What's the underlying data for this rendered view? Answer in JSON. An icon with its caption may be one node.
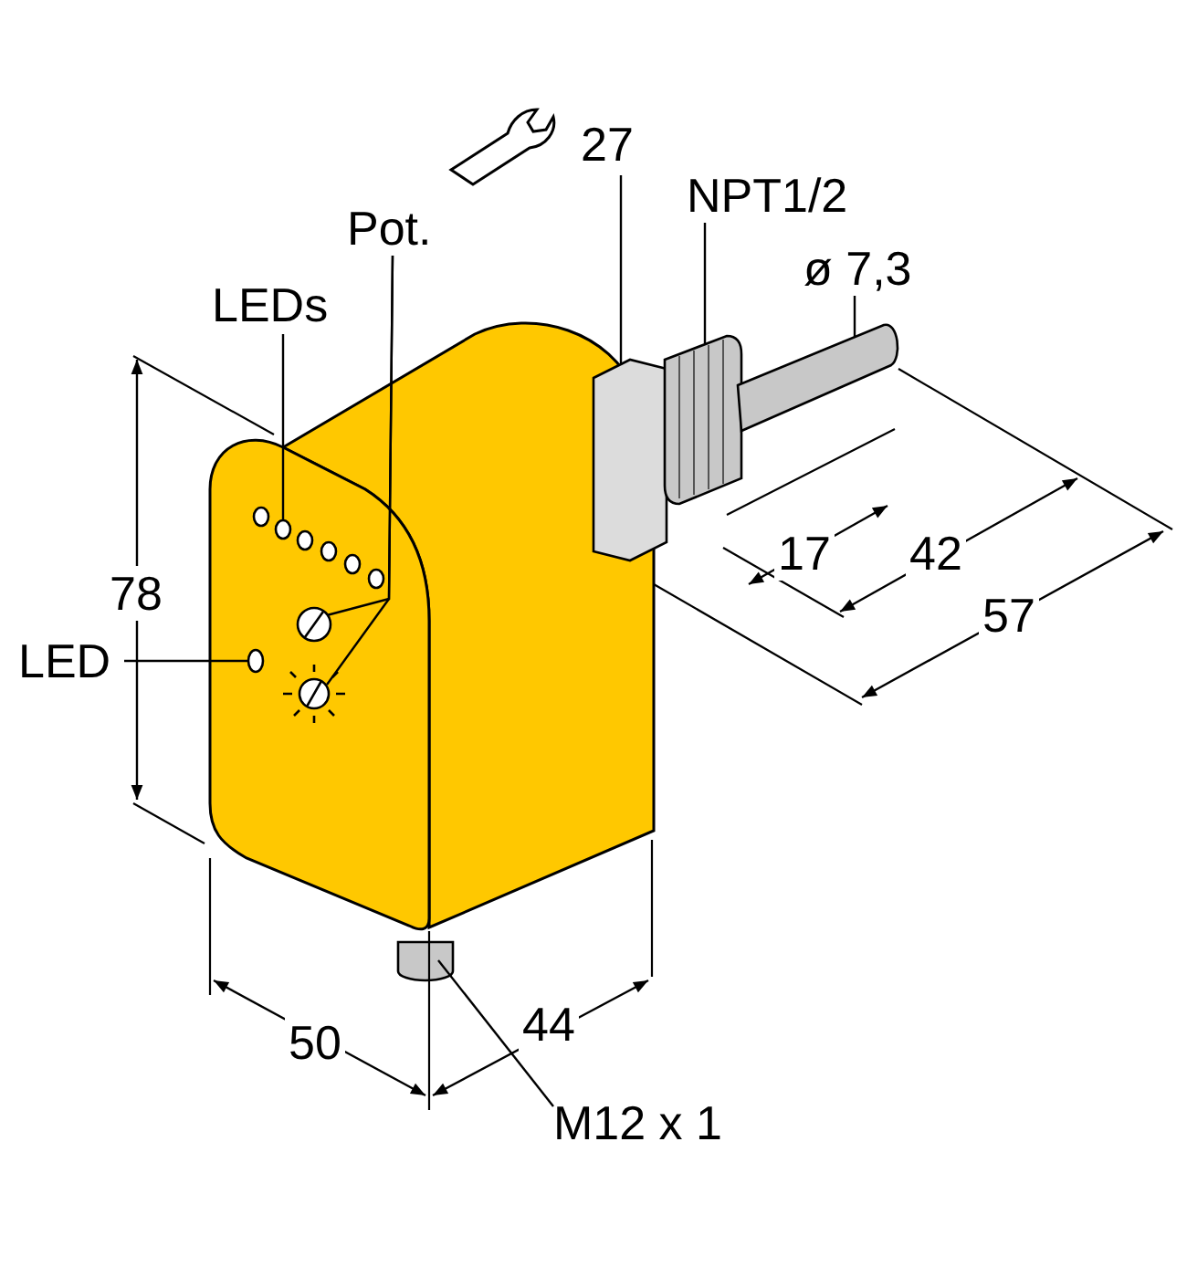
{
  "diagram": {
    "nodes": [
      {
        "text": [
          "27"
        ]
      },
      {
        "text": [],
        "shape": "box"
      },
      {
        "text": [
          "NPT1/2"
        ]
      },
      {
        "text": [],
        "shape": "cylinder"
      },
      {
        "text": [
          "Pot."
        ]
      },
      {
        "text": [],
        "shape": "circle"
      },
      {
        "text": [],
        "shape": "circle"
      },
      {
        "text": [
          "ø 7,3"
        ]
      },
      {
        "text": [],
        "shape": "cylinder"
      },
      {
        "text": [
          "LEDs"
        ]
      },
      {
        "text": [],
        "shape": "picture"
      },
      {
        "text": [
          "LED"
        ]
      },
      {
        "text": [],
        "shape": "circle"
      },
      {
        "text": [
          "M12 x 1"
        ]
      },
      {
        "text": [],
        "shape": "cylinder"
      }
    ],
    "edges": [
      {
        "from": 0,
        "to": 1,
        "arrow": "none"
      },
      {
        "from": 2,
        "to": 3,
        "arrow": "none"
      },
      {
        "from": 4,
        "to": 5,
        "arrow": "none"
      },
      {
        "from": 4,
        "to": 6,
        "arrow": "none"
      },
      {
        "from": 7,
        "to": 8,
        "arrow": "none"
      },
      {
        "from": 9,
        "to": 10,
        "arrow": "none"
      },
      {
        "from": 11,
        "to": 12,
        "arrow": "none"
      },
      {
        "from": 13,
        "to": 14,
        "arrow": "none"
      }
    ],
    "labels": [
      "78",
      "17",
      "42",
      "57",
      "50",
      "44"
    ]
  }
}
